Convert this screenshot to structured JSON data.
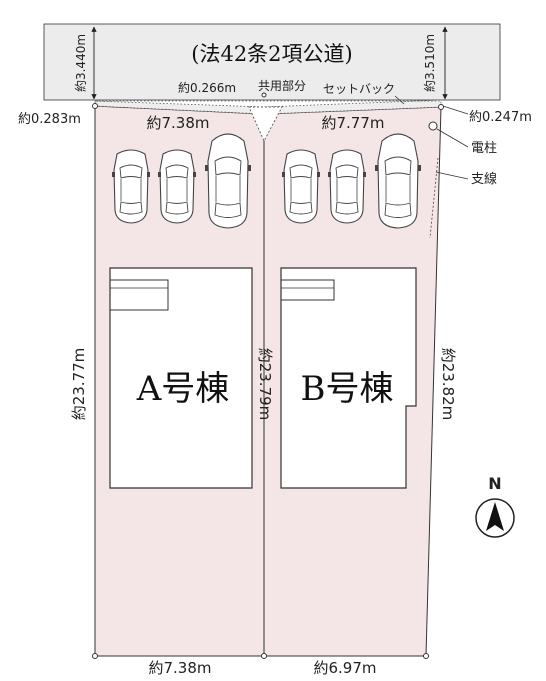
{
  "road": {
    "label": "(法42条2項公道)",
    "width_left": "約3.440m",
    "width_right": "約3.510m"
  },
  "setback": {
    "label": "セットバック",
    "shared_label": "共用部分",
    "shared_width": "約0.266m",
    "left_depth": "約0.283m",
    "right_depth": "約0.247m"
  },
  "lots": {
    "a": {
      "name": "A号棟",
      "top_width": "約7.38m",
      "bottom_width": "約7.38m",
      "left_depth": "約23.77m",
      "parking_cars": 3
    },
    "b": {
      "name": "B号棟",
      "top_width": "約7.77m",
      "bottom_width": "約6.97m",
      "right_depth": "約23.82m",
      "parking_cars": 3
    },
    "shared_boundary_depth": "約23.79m"
  },
  "utilities": {
    "pole_label": "電柱",
    "guy_wire_label": "支線"
  },
  "compass": {
    "label": "N"
  },
  "colors": {
    "site_fill": "#f4e6e6",
    "road_fill": "#ececec",
    "line": "#333333"
  }
}
